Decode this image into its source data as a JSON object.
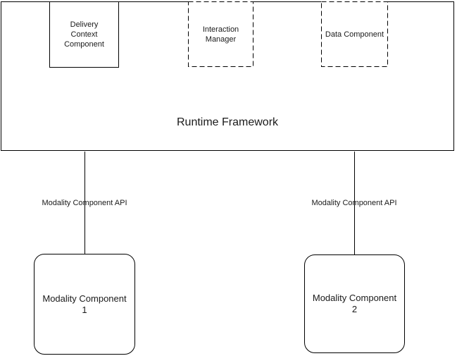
{
  "colors": {
    "line": "#000000",
    "text": "#1a1a1a",
    "background": "#ffffff"
  },
  "runtime_framework": {
    "title": "Runtime Framework"
  },
  "top_components": [
    {
      "name": "delivery-context-component",
      "label": "Delivery\nContext\nComponent",
      "border_style": "solid"
    },
    {
      "name": "interaction-manager",
      "label": "Interaction\nManager",
      "border_style": "dashed"
    },
    {
      "name": "data-component",
      "label": "Data Component",
      "border_style": "dashed"
    }
  ],
  "api_labels": {
    "left": "Modality Component API",
    "right": "Modality Component API"
  },
  "modality_components": [
    {
      "name": "modality-component-1",
      "label": "Modality Component\n1"
    },
    {
      "name": "modality-component-2",
      "label": "Modality Component\n2"
    }
  ]
}
